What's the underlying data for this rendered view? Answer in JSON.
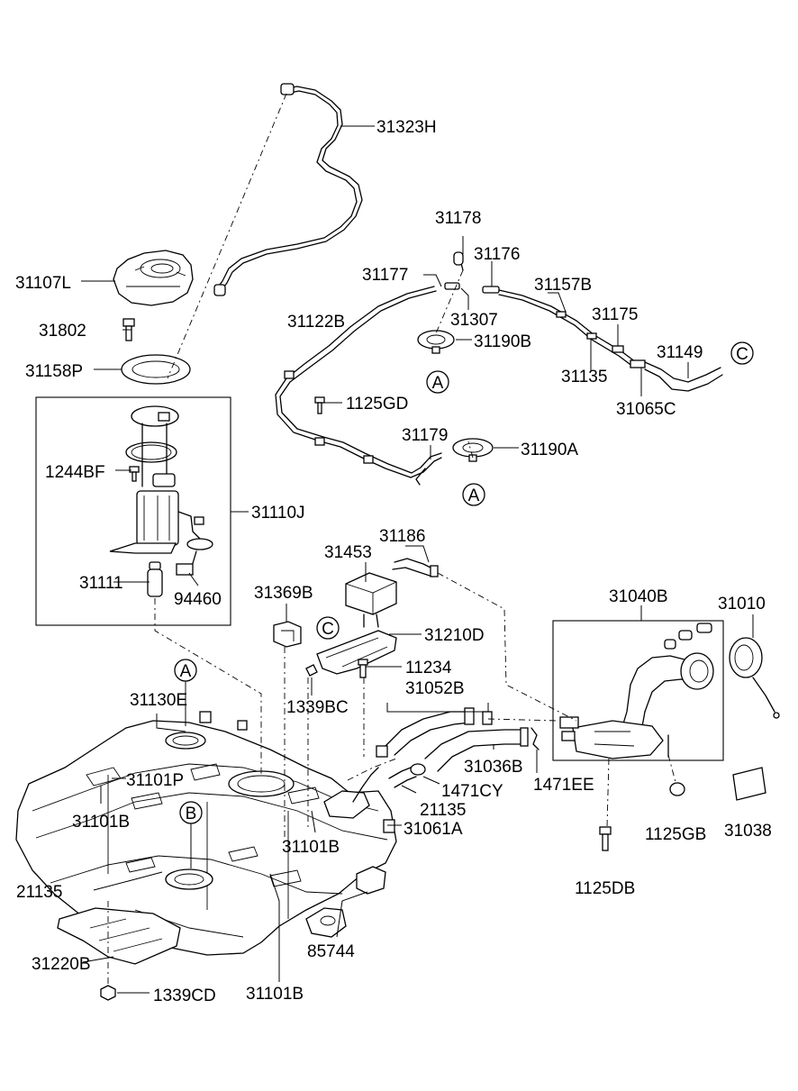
{
  "labels": {
    "l31323H": "31323H",
    "l31178": "31178",
    "l31176": "31176",
    "l31177": "31177",
    "l31157B": "31157B",
    "l31107L": "31107L",
    "l31122B": "31122B",
    "l31307": "31307",
    "l31175": "31175",
    "l31802": "31802",
    "l31190B": "31190B",
    "l31149": "31149",
    "l31158P": "31158P",
    "l31135": "31135",
    "l1125GD": "1125GD",
    "l31065C": "31065C",
    "l31179": "31179",
    "l31190A": "31190A",
    "l1244BF": "1244BF",
    "l31110J": "31110J",
    "l31186": "31186",
    "l31453": "31453",
    "l31111": "31111",
    "l94460": "94460",
    "l31369B": "31369B",
    "l31040B": "31040B",
    "l31010": "31010",
    "l31210D": "31210D",
    "l11234": "11234",
    "l31052B": "31052B",
    "l31130E": "31130E",
    "l1339BC": "1339BC",
    "l31101P": "31101P",
    "l31036B": "31036B",
    "l1471CY": "1471CY",
    "l1471EE": "1471EE",
    "l31101B_a": "31101B",
    "l21135_a": "21135",
    "l31061A": "31061A",
    "l31101B_b": "31101B",
    "l1125GB": "1125GB",
    "l31038": "31038",
    "l21135_b": "21135",
    "l1125DB": "1125DB",
    "l85744": "85744",
    "l31220B": "31220B",
    "l31101B_c": "31101B",
    "l1339CD": "1339CD"
  },
  "callouts": {
    "a1": "A",
    "a2": "A",
    "a3": "A",
    "b1": "B",
    "c1": "C",
    "c2": "C"
  }
}
